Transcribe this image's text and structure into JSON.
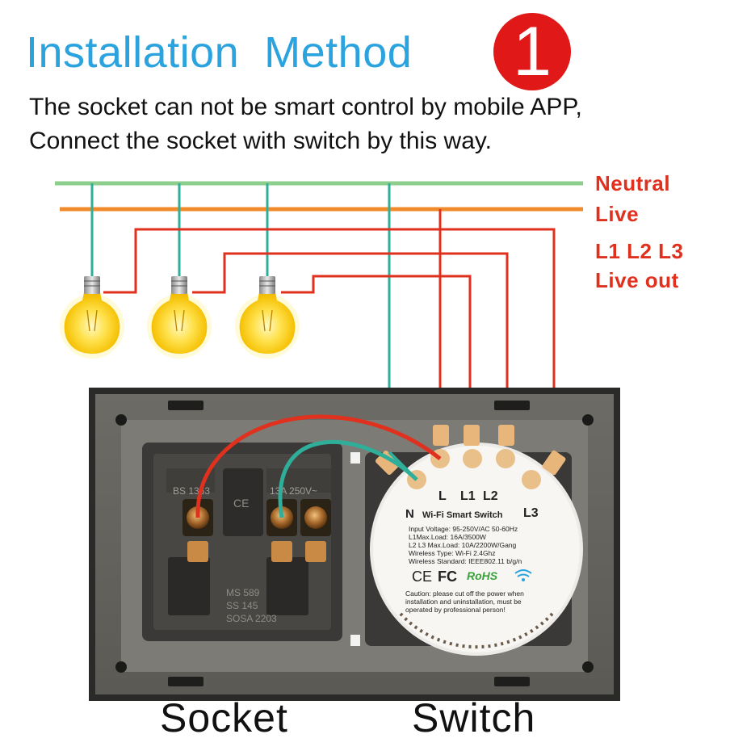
{
  "header": {
    "title": "Installation  Method",
    "step_number": "1"
  },
  "description": {
    "line1": "The socket can not be smart control by mobile APP,",
    "line2": "Connect the socket with switch by this way."
  },
  "legend": {
    "neutral": "Neutral",
    "live": "Live",
    "outputs": "L1 L2 L3",
    "live_out": "Live out"
  },
  "colors": {
    "neutral_wire": "#8ccf8c",
    "live_wire": "#f08a2a",
    "live_out_wire": "#e0301e",
    "neutral_drop": "#2fae9a",
    "title": "#2ba3df",
    "badge": "#e01818"
  },
  "socket": {
    "stamp_top_left": "BS 1363",
    "stamp_top_right": "13A 250V~",
    "ce_mark": "CE",
    "stamp_bottom_1": "MS 589",
    "stamp_bottom_2": "SS 145",
    "stamp_bottom_3": "SOSA 2203"
  },
  "switch_module": {
    "terminal_L": "L",
    "terminal_L1": "L1",
    "terminal_L2": "L2",
    "terminal_N": "N",
    "terminal_L3": "L3",
    "name": "Wi-Fi Smart Switch",
    "spec_input_voltage": "Input Voltage: 95-250V/AC 50-60Hz",
    "spec_l1_max_load": "L1Max.Load: 16A/3500W",
    "spec_l2_l3_max_load": "L2 L3 Max.Load: 10A/2200W/Gang",
    "spec_wireless_type": "Wireless Type: Wi-Fi 2.4Ghz",
    "spec_wireless_standard": "Wireless Standard: IEEE802.11 b/g/n",
    "cert_ce": "CE",
    "cert_fc": "FC",
    "cert_rohs": "RoHS",
    "caution_1": "Caution: please cut off the power when",
    "caution_2": "installation and uninstallation, must be",
    "caution_3": "operated by professional person!"
  },
  "captions": {
    "socket": "Socket",
    "switch": "Switch"
  }
}
